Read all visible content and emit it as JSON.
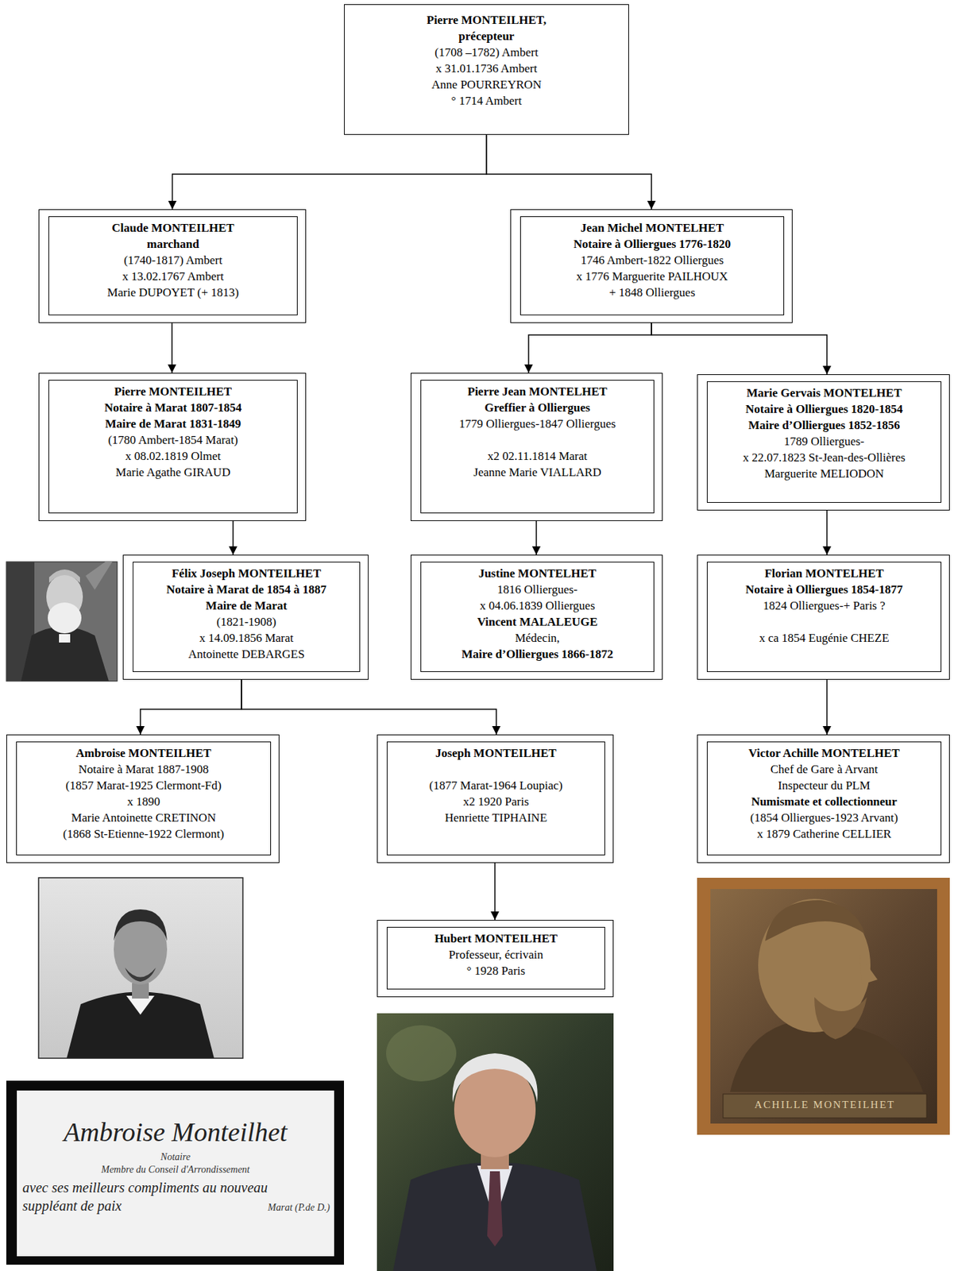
{
  "diagram": {
    "nodes": [
      {
        "text": [
          "Pierre MONTEILHET,",
          "précepteur",
          "(1708 –1782) Ambert",
          "x 31.01.1736 Ambert",
          "Anne POURREYRON",
          "° 1714 Ambert"
        ]
      },
      {
        "text": [
          "Claude MONTEILHET",
          "marchand",
          "(1740-1817) Ambert",
          "x 13.02.1767 Ambert",
          "Marie DUPOYET (+ 1813)"
        ]
      },
      {
        "text": [
          "Jean Michel MONTELHET",
          "Notaire à Olliergues 1776-1820",
          "1746 Ambert-1822 Olliergues",
          "x 1776 Marguerite PAILHOUX",
          "+ 1848 Olliergues"
        ]
      },
      {
        "text": [
          "Pierre MONTEILHET",
          "Notaire à Marat 1807-1854",
          "Maire de Marat 1831-1849",
          "(1780 Ambert-1854 Marat)",
          "x 08.02.1819 Olmet",
          "Marie Agathe GIRAUD"
        ]
      },
      {
        "text": [
          "Pierre Jean MONTELHET",
          "Greffier à Olliergues",
          "1779 Olliergues-1847 Olliergues",
          "x2 02.11.1814 Marat",
          "Jeanne Marie VIALLARD"
        ]
      },
      {
        "text": [
          "Marie Gervais MONTELHET",
          "Notaire à Olliergues 1820-1854",
          "Maire d’Olliergues 1852-1856",
          "1789 Olliergues-",
          "x 22.07.1823 St-Jean-des-Ollières",
          "Marguerite MELIODON"
        ]
      },
      {
        "text": [
          "Félix Joseph MONTEILHET",
          "Notaire à Marat de 1854 à 1887",
          "Maire de Marat",
          "(1821-1908)",
          "x 14.09.1856  Marat",
          "Antoinette DEBARGES"
        ]
      },
      {
        "text": [
          "Justine MONTELHET",
          "1816 Olliergues-",
          "x 04.06.1839 Olliergues",
          "Vincent MALALEUGE",
          "Médecin,",
          "Maire d’Olliergues 1866-1872"
        ]
      },
      {
        "text": [
          "Florian MONTELHET",
          "Notaire à Olliergues 1854-1877",
          "1824 Olliergues-+ Paris ?",
          "x ca 1854 Eugénie CHEZE"
        ]
      },
      {
        "text": [
          "Ambroise MONTEILHET",
          "Notaire à Marat 1887-1908",
          "(1857 Marat-1925 Clermont-Fd)",
          "x 1890",
          "Marie Antoinette CRETINON",
          "(1868 St-Etienne-1922 Clermont)"
        ]
      },
      {
        "text": [
          "Joseph MONTEILHET",
          "(1877 Marat-1964 Loupiac)",
          "x2 1920 Paris",
          "Henriette TIPHAINE"
        ]
      },
      {
        "text": [
          "Victor Achille MONTELHET",
          "Chef de Gare à Arvant",
          "Inspecteur du PLM",
          "Numismate et collectionneur",
          "(1854 Olliergues-1923 Arvant)",
          "x 1879 Catherine CELLIER"
        ]
      },
      {
        "text": [
          "Hubert MONTEILHET",
          "Professeur, écrivain",
          "° 1928 Paris"
        ]
      }
    ],
    "edges": [
      {
        "from": 0,
        "to": 1,
        "arrow": "to"
      },
      {
        "from": 0,
        "to": 2,
        "arrow": "to"
      },
      {
        "from": 1,
        "to": 3,
        "arrow": "to"
      },
      {
        "from": 2,
        "to": 4,
        "arrow": "to"
      },
      {
        "from": 2,
        "to": 5,
        "arrow": "to"
      },
      {
        "from": 3,
        "to": 6,
        "arrow": "to"
      },
      {
        "from": 4,
        "to": 7,
        "arrow": "to"
      },
      {
        "from": 5,
        "to": 8,
        "arrow": "to"
      },
      {
        "from": 6,
        "to": 9,
        "arrow": "to"
      },
      {
        "from": 6,
        "to": 10,
        "arrow": "to"
      },
      {
        "from": 8,
        "to": 11,
        "arrow": "to"
      },
      {
        "from": 10,
        "to": 12,
        "arrow": "to"
      }
    ],
    "labels": [
      "Ambroise Monteilhet",
      "Notaire",
      "Membre du Conseil d'Arrondissement",
      "avec ses meilleurs compliments au nouveau",
      "suppléant de paix",
      "Marat (P.de D.)",
      "ACHILLE MONTEILHET"
    ]
  }
}
